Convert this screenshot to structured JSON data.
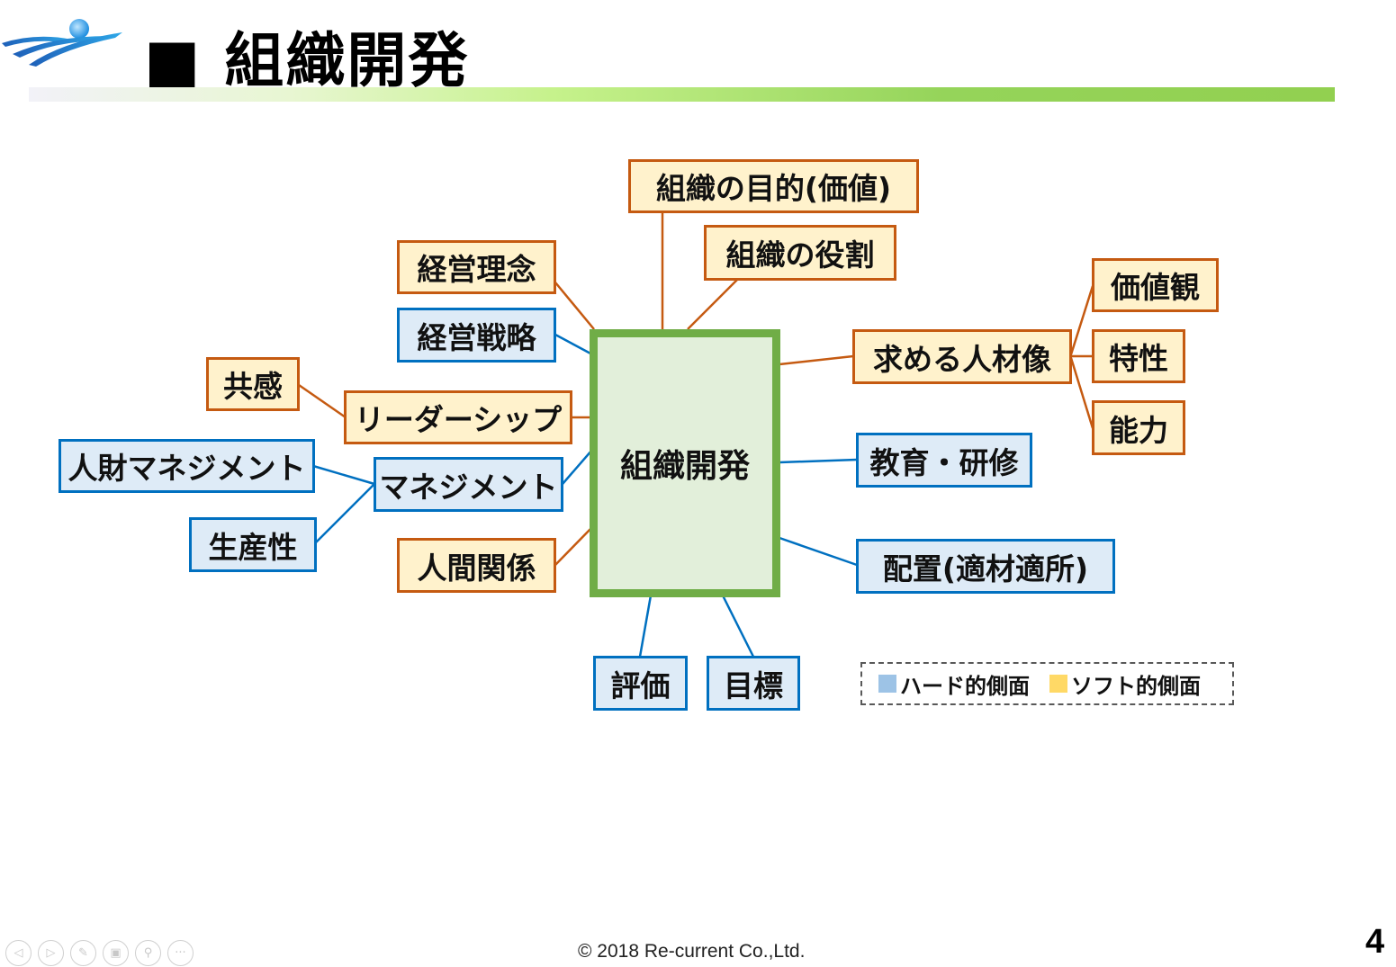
{
  "header": {
    "title": "■ 組織開発",
    "logo": "company-logo"
  },
  "colors": {
    "soft_fill": "#fff2cc",
    "soft_border": "#c55a11",
    "hard_fill": "#deebf7",
    "hard_border": "#0070c0",
    "center_fill": "#e2efda",
    "center_border": "#70ad47",
    "legend_hard_swatch": "#9dc3e6",
    "legend_soft_swatch": "#ffd966"
  },
  "diagram": {
    "center": "組織開発",
    "nodes": {
      "purpose": "組織の目的(価値)",
      "role": "組織の役割",
      "philosophy": "経営理念",
      "strategy": "経営戦略",
      "empathy": "共感",
      "leadership": "リーダーシップ",
      "hr_management": "人財マネジメント",
      "management": "マネジメント",
      "productivity": "生産性",
      "relationships": "人間関係",
      "ideal_talent": "求める人材像",
      "values": "価値観",
      "traits": "特性",
      "ability": "能力",
      "training": "教育・研修",
      "placement": "配置(適材適所)",
      "evaluation": "評価",
      "goals": "目標"
    },
    "node_types": {
      "soft": [
        "purpose",
        "role",
        "philosophy",
        "empathy",
        "leadership",
        "relationships",
        "ideal_talent",
        "values",
        "traits",
        "ability"
      ],
      "hard": [
        "strategy",
        "hr_management",
        "management",
        "productivity",
        "training",
        "placement",
        "evaluation",
        "goals"
      ]
    }
  },
  "legend": {
    "hard": "ハード的側面",
    "soft": "ソフト的側面"
  },
  "footer": {
    "copyright": "© 2018 Re-current Co.,Ltd.",
    "page_number": "4",
    "nav": [
      "previous-icon",
      "next-icon",
      "pen-icon",
      "slides-icon",
      "zoom-icon",
      "more-icon"
    ]
  }
}
